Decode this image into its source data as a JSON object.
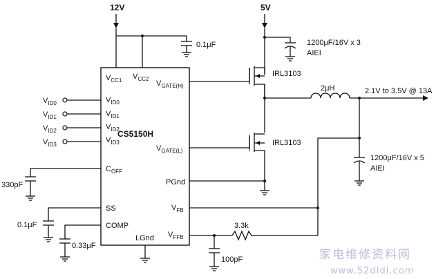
{
  "rails": {
    "v12": "12V",
    "v5": "5V"
  },
  "ic": {
    "name": "CS5150H",
    "pins": {
      "vcc1": [
        "V",
        "CC1"
      ],
      "vcc2": [
        "V",
        "CC2"
      ],
      "vgate_h": [
        "V",
        "GATE(H)"
      ],
      "vgate_l": [
        "V",
        "GATE(L)"
      ],
      "vid0": [
        "V",
        "ID0"
      ],
      "vid1": [
        "V",
        "ID1"
      ],
      "vid2": [
        "V",
        "ID2"
      ],
      "vid3": [
        "V",
        "ID3"
      ],
      "coff": [
        "C",
        "OFF"
      ],
      "pgnd": "PGnd",
      "ss": "SS",
      "vfb": [
        "V",
        "FB"
      ],
      "comp": "COMP",
      "lgnd": "LGnd",
      "vffb": [
        "V",
        "FFB"
      ]
    }
  },
  "components": {
    "c_top": "0.1μF",
    "c_in": "1200μF/16V x 3",
    "c_in_mfr": "AIEI",
    "q_high": "IRL3103",
    "q_low": "IRL3103",
    "inductor": "2μH",
    "output": "2.1V to 3.5V @ 13A",
    "c_out": "1200μF/16V x 5",
    "c_out_mfr": "AIEI",
    "c_off": "330pF",
    "c_ss": "0.1μF",
    "c_comp": "0.33μF",
    "r_ffb": "3.3k",
    "c_ffb": "100pF"
  },
  "watermark": {
    "line1": "家电维修资料网",
    "line2": "www.52dIdI.com"
  }
}
